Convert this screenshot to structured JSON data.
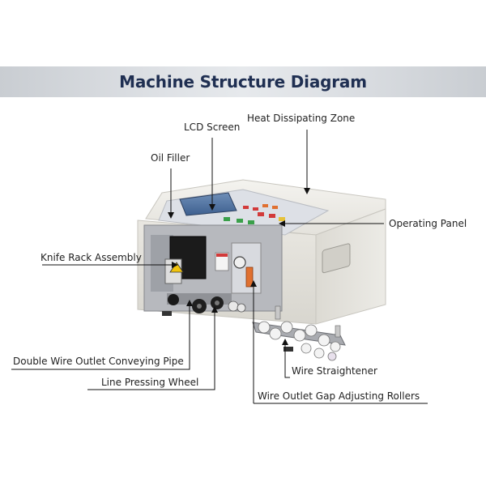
{
  "title": "Machine Structure Diagram",
  "labels": {
    "lcd_screen": "LCD Screen",
    "heat_zone": "Heat Dissipating Zone",
    "oil_filler": "Oil Filler",
    "operating_panel": "Operating Panel",
    "knife_rack": "Knife Rack Assembly",
    "double_wire_pipe": "Double Wire Outlet Conveying Pipe",
    "line_pressing_wheel": "Line Pressing Wheel",
    "wire_straightener": "Wire Straightener",
    "gap_rollers": "Wire Outlet Gap Adjusting Rollers"
  },
  "colors": {
    "title": "#1f2f52",
    "machine_body": "#e8e6e0",
    "panel_face": "#d9dbdf",
    "leader": "#111111"
  }
}
